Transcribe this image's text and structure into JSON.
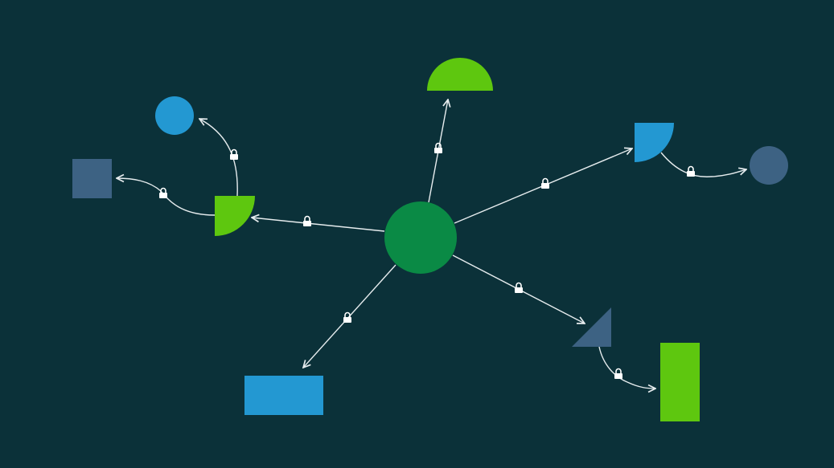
{
  "colors": {
    "background": "#0b3139",
    "hub": "#0a8a45",
    "green": "#5ec70f",
    "blue": "#2398d2",
    "slate": "#3d6283",
    "edge": "#e6ecee"
  },
  "nodes": [
    {
      "id": "hub",
      "shape": "circle",
      "color": "hub"
    },
    {
      "id": "top",
      "shape": "semicircle",
      "color": "green"
    },
    {
      "id": "left-quarter",
      "shape": "quarter-circle",
      "color": "green"
    },
    {
      "id": "left-circle",
      "shape": "circle",
      "color": "blue"
    },
    {
      "id": "left-square",
      "shape": "square",
      "color": "slate"
    },
    {
      "id": "right-quarter",
      "shape": "quarter-circle",
      "color": "blue"
    },
    {
      "id": "right-circle",
      "shape": "circle",
      "color": "slate"
    },
    {
      "id": "triangle",
      "shape": "triangle",
      "color": "slate"
    },
    {
      "id": "tall-rect",
      "shape": "rectangle",
      "color": "green"
    },
    {
      "id": "wide-rect",
      "shape": "rectangle",
      "color": "blue"
    }
  ],
  "edges": [
    {
      "from": "hub",
      "to": "top",
      "icon": "lock-icon"
    },
    {
      "from": "hub",
      "to": "right-quarter",
      "icon": "lock-icon"
    },
    {
      "from": "hub",
      "to": "left-quarter",
      "icon": "lock-icon"
    },
    {
      "from": "hub",
      "to": "wide-rect",
      "icon": "lock-icon"
    },
    {
      "from": "hub",
      "to": "triangle",
      "icon": "lock-icon"
    },
    {
      "from": "left-quarter",
      "to": "left-circle",
      "icon": "lock-icon"
    },
    {
      "from": "left-quarter",
      "to": "left-square",
      "icon": "lock-icon"
    },
    {
      "from": "right-quarter",
      "to": "right-circle",
      "icon": "lock-icon"
    },
    {
      "from": "triangle",
      "to": "tall-rect",
      "icon": "lock-icon"
    }
  ]
}
